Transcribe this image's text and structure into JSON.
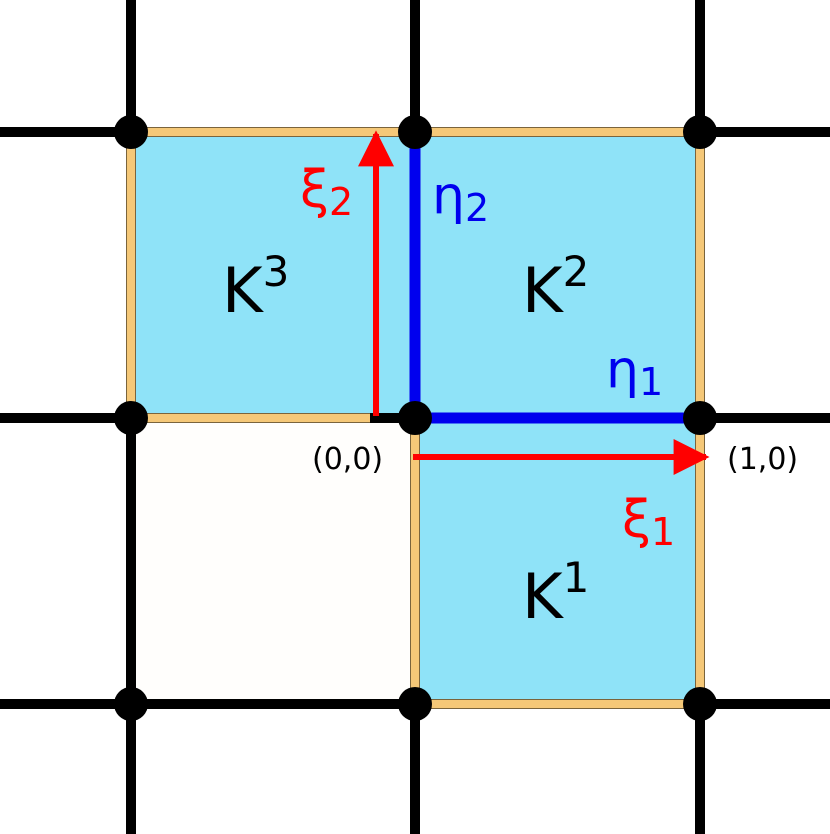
{
  "colors": {
    "grid_lines": "#000000",
    "cell_fill": "#8FE3F8",
    "cell_border": "#F5C878",
    "empty_cell_fill": "#FFFEFC",
    "eta_color": "#0000EE",
    "xi_color": "#FF0000",
    "text": "#000000"
  },
  "cells": {
    "k1": {
      "base": "K",
      "sup": "1"
    },
    "k2": {
      "base": "K",
      "sup": "2"
    },
    "k3": {
      "base": "K",
      "sup": "3"
    }
  },
  "vectors": {
    "eta1": {
      "base": "η",
      "sub": "1"
    },
    "eta2": {
      "base": "η",
      "sub": "2"
    },
    "xi1": {
      "base": "ξ",
      "sub": "1"
    },
    "xi2": {
      "base": "ξ",
      "sub": "2"
    }
  },
  "points": {
    "origin": "(0,0)",
    "unit_x": "(1,0)"
  }
}
